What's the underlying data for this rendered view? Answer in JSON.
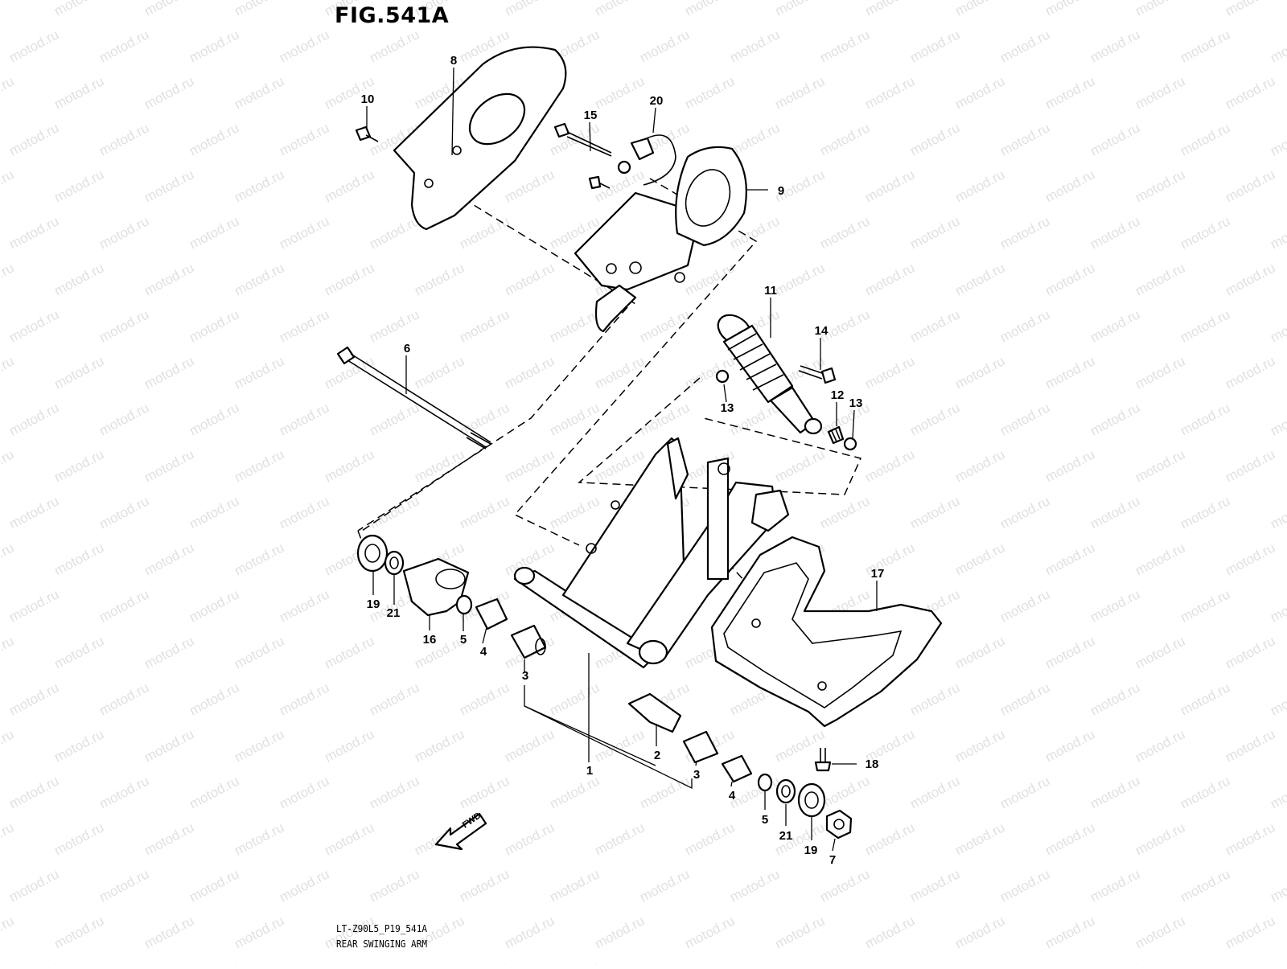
{
  "figure": {
    "title": "FIG.541A",
    "drawing_code": "LT-Z90L5_P19_541A",
    "caption": "REAR SWINGING ARM",
    "watermark_text": "motod.ru",
    "direction_label": "FWD"
  },
  "callouts": [
    {
      "id": "c8",
      "label": "8"
    },
    {
      "id": "c10",
      "label": "10"
    },
    {
      "id": "c15",
      "label": "15"
    },
    {
      "id": "c20",
      "label": "20"
    },
    {
      "id": "c9",
      "label": "9"
    },
    {
      "id": "c6",
      "label": "6"
    },
    {
      "id": "c11",
      "label": "11"
    },
    {
      "id": "c14",
      "label": "14"
    },
    {
      "id": "c13a",
      "label": "13"
    },
    {
      "id": "c12",
      "label": "12"
    },
    {
      "id": "c13b",
      "label": "13"
    },
    {
      "id": "c17",
      "label": "17"
    },
    {
      "id": "c19a",
      "label": "19"
    },
    {
      "id": "c21a",
      "label": "21"
    },
    {
      "id": "c16",
      "label": "16"
    },
    {
      "id": "c5a",
      "label": "5"
    },
    {
      "id": "c4a",
      "label": "4"
    },
    {
      "id": "c3a",
      "label": "3"
    },
    {
      "id": "c1",
      "label": "1"
    },
    {
      "id": "c2",
      "label": "2"
    },
    {
      "id": "c3b",
      "label": "3"
    },
    {
      "id": "c4b",
      "label": "4"
    },
    {
      "id": "c5b",
      "label": "5"
    },
    {
      "id": "c21b",
      "label": "21"
    },
    {
      "id": "c19b",
      "label": "19"
    },
    {
      "id": "c7",
      "label": "7"
    },
    {
      "id": "c18",
      "label": "18"
    }
  ]
}
